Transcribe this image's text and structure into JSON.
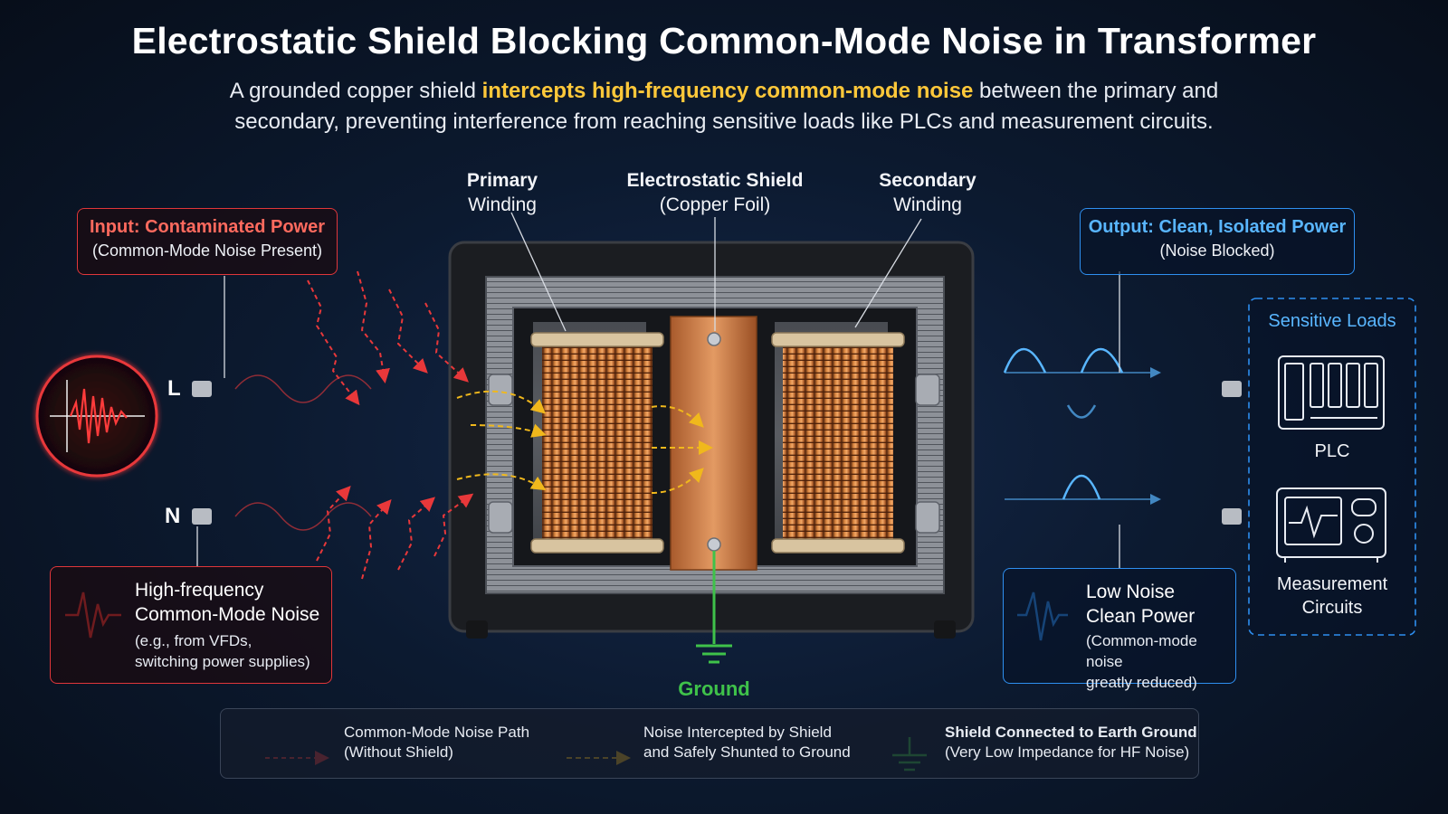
{
  "title": "Electrostatic Shield Blocking Common-Mode Noise in Transformer",
  "subtitle": {
    "part1": "A grounded copper shield ",
    "highlight": "intercepts high-frequency common-mode noise",
    "part2": " between the primary and secondary, preventing interference from reaching sensitive loads like PLCs and measurement circuits."
  },
  "labels": {
    "primary": [
      "Primary",
      "Winding"
    ],
    "shield": [
      "Electrostatic Shield",
      "(Copper Foil)"
    ],
    "secondary": [
      "Secondary",
      "Winding"
    ],
    "ground": "Ground",
    "line": "L",
    "neutral": "N"
  },
  "input_box": {
    "title": "Input: Contaminated Power",
    "sub": "(Common-Mode Noise Present)"
  },
  "output_box": {
    "title": "Output: Clean, Isolated Power",
    "sub": "(Noise Blocked)"
  },
  "noise_box": {
    "line1": "High-frequency",
    "line2": "Common-Mode Noise",
    "line3": "(e.g., from VFDs,",
    "line4": "switching power supplies)"
  },
  "clean_box": {
    "line1": "Low Noise",
    "line2": "Clean Power",
    "line3": "(Common-mode noise",
    "line4": "greatly reduced)"
  },
  "loads": {
    "title": "Sensitive Loads",
    "plc": "PLC",
    "meas1": "Measurement",
    "meas2": "Circuits"
  },
  "legend": [
    {
      "line1": "Common-Mode Noise Path",
      "line2": "(Without Shield)",
      "color": "#e8383a"
    },
    {
      "line1": "Noise Intercepted by Shield",
      "line2": "and Safely Shunted to Ground",
      "color": "#f0b81c"
    },
    {
      "line1": "Shield Connected to Earth Ground",
      "line2": "(Very Low Impedance for HF Noise)",
      "color": "#3fc24a"
    }
  ],
  "colors": {
    "noise": "#e8383a",
    "intercept": "#f0b81c",
    "ground": "#3fc24a",
    "clean": "#2e8ff0",
    "copper": "#c8703a"
  }
}
